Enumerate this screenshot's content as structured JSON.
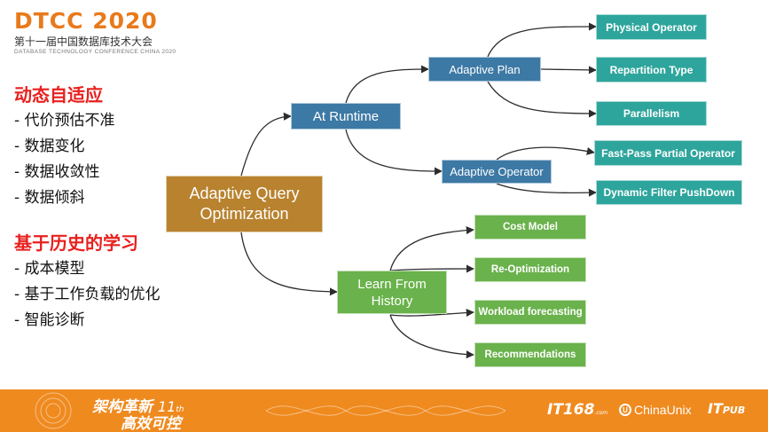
{
  "header": {
    "brand": "DTCC 2020",
    "subtitle_cn": "第十一届中国数据库技术大会",
    "subtitle_en": "DATABASE TECHNOLOGY CONFERENCE CHINA 2020"
  },
  "left": {
    "section1": {
      "heading": "动态自适应",
      "items": [
        "-  代价预估不准",
        "-  数据变化",
        "-  数据收敛性",
        "-  数据倾斜"
      ]
    },
    "section2": {
      "heading": "基于历史的学习",
      "items": [
        "- 成本模型",
        "- 基于工作负载的优化",
        "- 智能诊断"
      ]
    }
  },
  "diagram": {
    "root": "Adaptive Query Optimization",
    "runtime": "At Runtime",
    "adaptive_plan": "Adaptive Plan",
    "adaptive_operator": "Adaptive Operator",
    "physical_operator": "Physical Operator",
    "repartition_type": "Repartition Type",
    "parallelism": "Parallelism",
    "fast_pass": "Fast-Pass Partial Operator",
    "dynamic_filter": "Dynamic Filter PushDown",
    "history": "Learn From History",
    "cost_model": "Cost Model",
    "re_optimization": "Re-Optimization",
    "workload_forecasting": "Workload forecasting",
    "recommendations": "Recommendations",
    "colors": {
      "root": "#b8822e",
      "blue": "#3d79a5",
      "teal": "#2ea59c",
      "green": "#6ab24c",
      "edge": "#2d2d2d"
    }
  },
  "footer": {
    "slogan_line1": "架构革新",
    "edition": "11",
    "edition_suffix": "th",
    "slogan_line2": "高效可控",
    "sponsor1": "IT168",
    "sponsor1_suffix": ".com",
    "sponsor2": "ChinaUnix",
    "sponsor3": "IT",
    "sponsor3_suffix": "PUB",
    "background": "#ef8a1f"
  }
}
